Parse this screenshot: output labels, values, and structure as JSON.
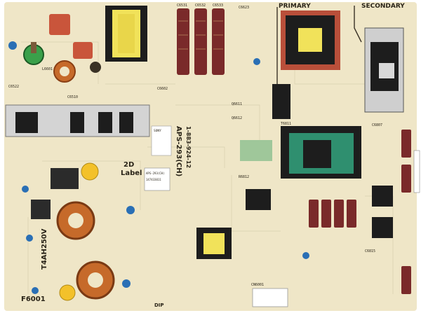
{
  "board": {
    "primary_label": "PRIMARY",
    "secondary_label": "SECONDARY",
    "label_2d_title": "2D",
    "label_2d_sub": "Label",
    "model_code": "APS-293(CH)",
    "part_number": "1-883-924-12",
    "fuse_label": "F6001",
    "warning_text": "T4AH250V",
    "dip_label": "DIP",
    "sticker_brand": "SONY",
    "sticker_code": "APS-293(CH)",
    "sticker_id": "147433011"
  },
  "colors": {
    "pcb": "#efe6c7",
    "silkscreen": "#3a3226",
    "capacitor": "#7a2a2a",
    "blue_cap": "#2a6fb5",
    "transformer_core": "#1d1d1d",
    "coil_copper": "#c66a2a",
    "green_bobbin": "#2f8f6f",
    "yellow_bobbin": "#f1e25a"
  },
  "components": {
    "top_caps": [
      "C6531",
      "C6532",
      "C6533"
    ],
    "ref_labels": [
      "C6623",
      "C6522",
      "C6510",
      "C6602",
      "Q6611",
      "Q6612",
      "L6601",
      "T6811",
      "R6812",
      "C6807",
      "C6815",
      "CN6001"
    ]
  }
}
